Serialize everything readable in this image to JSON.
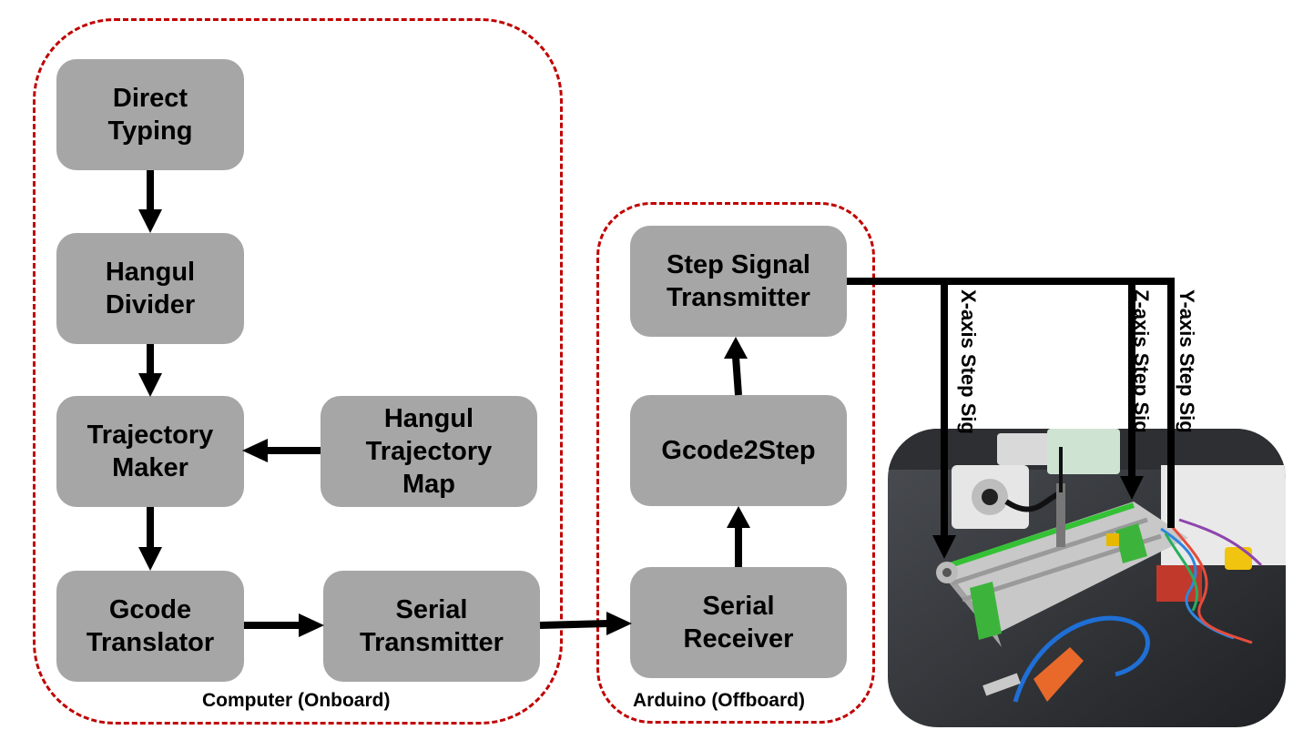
{
  "groups": {
    "computer": "Computer (Onboard)",
    "arduino": "Arduino (Offboard)"
  },
  "blocks": {
    "direct_typing": "Direct\nTyping",
    "hangul_divider": "Hangul\nDivider",
    "trajectory_maker": "Trajectory\nMaker",
    "hangul_trajectory_map": "Hangul\nTrajectory\nMap",
    "gcode_translator": "Gcode\nTranslator",
    "serial_transmitter": "Serial\nTransmitter",
    "step_signal_transmitter": "Step Signal\nTransmitter",
    "gcode2step": "Gcode2Step",
    "serial_receiver": "Serial\nReceiver"
  },
  "signals": {
    "x_axis": "X-axis Step Sig",
    "z_axis": "Z-axis Step Sig",
    "y_axis": "Y-axis Step Sig"
  },
  "colors": {
    "block_fill": "#a6a6a6",
    "group_border": "#c00000",
    "arrow": "#000000",
    "rail_green": "#3cb43c"
  }
}
